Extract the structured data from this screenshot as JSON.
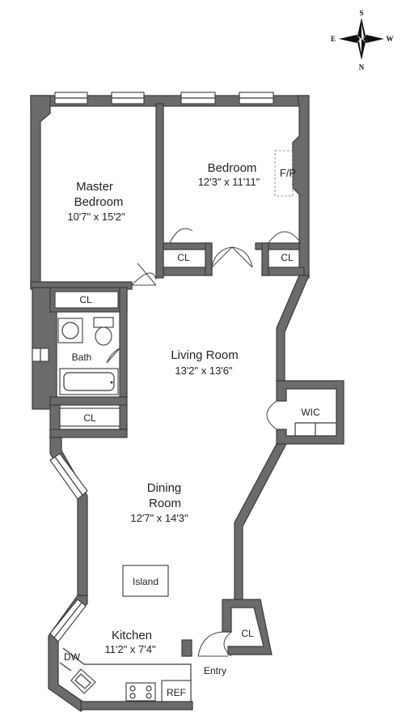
{
  "compass": {
    "s": "S",
    "e": "E",
    "w": "W",
    "n": "N"
  },
  "rooms": {
    "master_bedroom": {
      "name_line1": "Master",
      "name_line2": "Bedroom",
      "size": "10'7\" x 15'2\""
    },
    "bedroom": {
      "name": "Bedroom",
      "size": "12'3\" x 11'11\""
    },
    "living_room": {
      "name": "Living Room",
      "size": "13'2\" x 13'6\""
    },
    "dining_room": {
      "name_line1": "Dining",
      "name_line2": "Room",
      "size": "12'7\" x 14'3\""
    },
    "kitchen": {
      "name": "Kitchen",
      "size": "11'2\" x 7'4\""
    },
    "bath": {
      "name": "Bath"
    }
  },
  "labels": {
    "fireplace": "F/P",
    "closet": "CL",
    "walk_in_closet": "WIC",
    "island": "Island",
    "dishwasher": "DW",
    "refrigerator": "REF",
    "entry": "Entry"
  }
}
